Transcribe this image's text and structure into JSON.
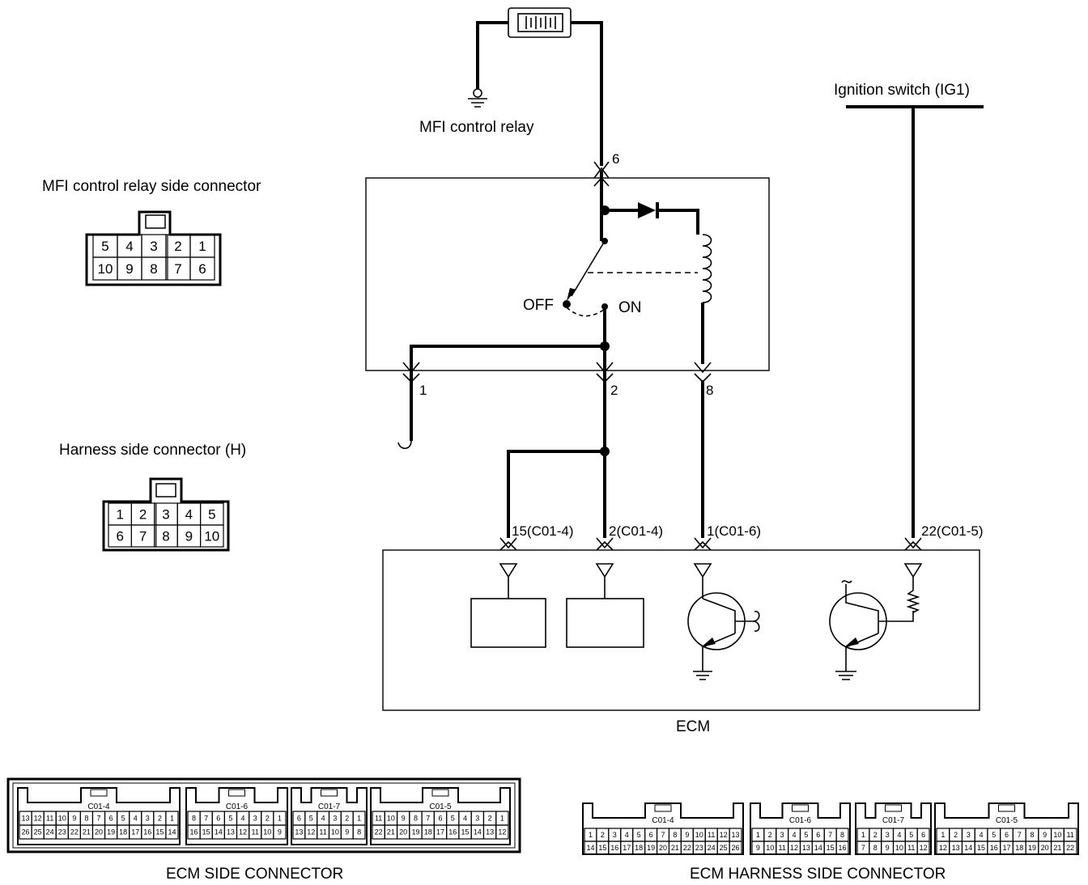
{
  "labels": {
    "mfi_relay": "MFI control relay",
    "relay_side_connector": "MFI control relay side connector",
    "harness_side_connector": "Harness side connector (H)",
    "ignition_switch": "Ignition switch (IG1)",
    "ecm": "ECM",
    "off": "OFF",
    "on": "ON",
    "ecm_side_connector": "ECM SIDE CONNECTOR",
    "ecm_harness_side_connector": "ECM HARNESS SIDE CONNECTOR"
  },
  "relay_pins": {
    "p6": "6",
    "p1": "1",
    "p2": "2",
    "p8": "8"
  },
  "ecm_pins": {
    "a": "15(C01-4)",
    "b": "2(C01-4)",
    "c": "1(C01-6)",
    "d": "22(C01-5)"
  },
  "relay_connector": {
    "rows": [
      [
        "5",
        "4",
        "3",
        "2",
        "1"
      ],
      [
        "10",
        "9",
        "8",
        "7",
        "6"
      ]
    ]
  },
  "harness_connector": {
    "rows": [
      [
        "1",
        "2",
        "3",
        "4",
        "5"
      ],
      [
        "6",
        "7",
        "8",
        "9",
        "10"
      ]
    ]
  },
  "ecm_side": [
    {
      "name": "C01-4",
      "rows": [
        [
          "13",
          "12",
          "11",
          "10",
          "9",
          "8",
          "7",
          "6",
          "5",
          "4",
          "3",
          "2",
          "1"
        ],
        [
          "26",
          "25",
          "24",
          "23",
          "22",
          "21",
          "20",
          "19",
          "18",
          "17",
          "16",
          "15",
          "14"
        ]
      ]
    },
    {
      "name": "C01-6",
      "rows": [
        [
          "8",
          "7",
          "6",
          "5",
          "4",
          "3",
          "2",
          "1"
        ],
        [
          "16",
          "15",
          "14",
          "13",
          "12",
          "11",
          "10",
          "9"
        ]
      ]
    },
    {
      "name": "C01-7",
      "rows": [
        [
          "6",
          "5",
          "4",
          "3",
          "2",
          "1"
        ],
        [
          "13",
          "12",
          "11",
          "10",
          "9",
          "8"
        ]
      ]
    },
    {
      "name": "C01-5",
      "rows": [
        [
          "11",
          "10",
          "9",
          "8",
          "7",
          "6",
          "5",
          "4",
          "3",
          "2",
          "1"
        ],
        [
          "22",
          "21",
          "20",
          "19",
          "18",
          "17",
          "16",
          "15",
          "14",
          "13",
          "12"
        ]
      ]
    }
  ],
  "ecm_harness": [
    {
      "name": "C01-4",
      "rows": [
        [
          "1",
          "2",
          "3",
          "4",
          "5",
          "6",
          "7",
          "8",
          "9",
          "10",
          "11",
          "12",
          "13"
        ],
        [
          "14",
          "15",
          "16",
          "17",
          "18",
          "19",
          "20",
          "21",
          "22",
          "23",
          "24",
          "25",
          "26"
        ]
      ]
    },
    {
      "name": "C01-6",
      "rows": [
        [
          "1",
          "2",
          "3",
          "4",
          "5",
          "6",
          "7",
          "8"
        ],
        [
          "9",
          "10",
          "11",
          "12",
          "13",
          "14",
          "15",
          "16"
        ]
      ]
    },
    {
      "name": "C01-7",
      "rows": [
        [
          "1",
          "2",
          "3",
          "4",
          "5",
          "6"
        ],
        [
          "7",
          "8",
          "9",
          "10",
          "11",
          "12"
        ]
      ]
    },
    {
      "name": "C01-5",
      "rows": [
        [
          "1",
          "2",
          "3",
          "4",
          "5",
          "6",
          "7",
          "8",
          "9",
          "10",
          "11"
        ],
        [
          "12",
          "13",
          "14",
          "15",
          "16",
          "17",
          "18",
          "19",
          "20",
          "21",
          "22"
        ]
      ]
    }
  ]
}
